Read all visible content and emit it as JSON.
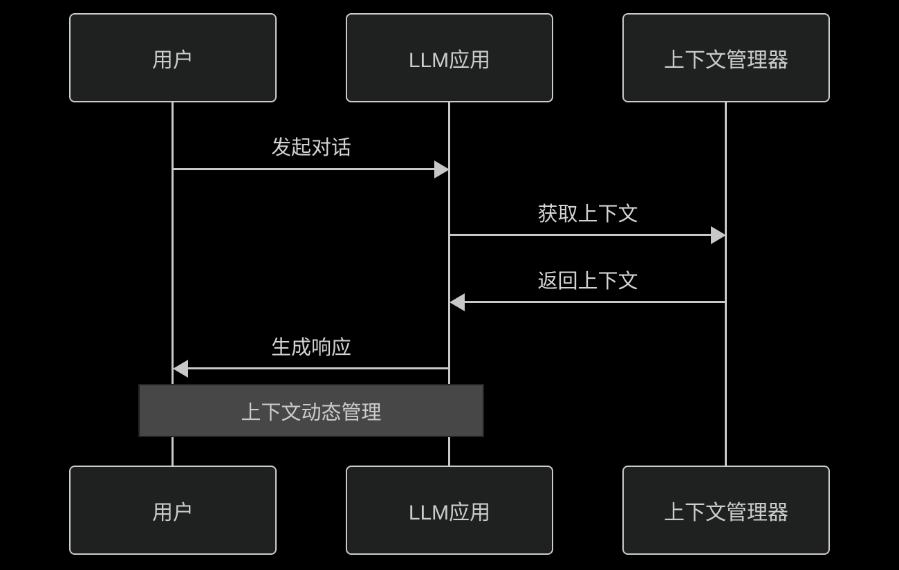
{
  "diagram": {
    "type": "sequence",
    "actors": [
      {
        "id": "user",
        "label": "用户"
      },
      {
        "id": "llm-app",
        "label": "LLM应用"
      },
      {
        "id": "context-manager",
        "label": "上下文管理器"
      }
    ],
    "messages": [
      {
        "from": "user",
        "to": "llm-app",
        "label": "发起对话",
        "direction": "right",
        "line_style": "solid"
      },
      {
        "from": "llm-app",
        "to": "context-manager",
        "label": "获取上下文",
        "direction": "right",
        "line_style": "solid"
      },
      {
        "from": "context-manager",
        "to": "llm-app",
        "label": "返回上下文",
        "direction": "left",
        "line_style": "solid"
      },
      {
        "from": "llm-app",
        "to": "user",
        "label": "生成响应",
        "direction": "left",
        "line_style": "solid"
      }
    ],
    "note": {
      "label": "上下文动态管理",
      "over": [
        "user",
        "llm-app"
      ]
    },
    "colors": {
      "background": "#000000",
      "actor_fill": "#1f2020",
      "actor_border": "#cccccc",
      "line": "#c8c8c8",
      "text": "#cccccc",
      "note_fill": "#474747",
      "note_border": "#232323"
    }
  }
}
